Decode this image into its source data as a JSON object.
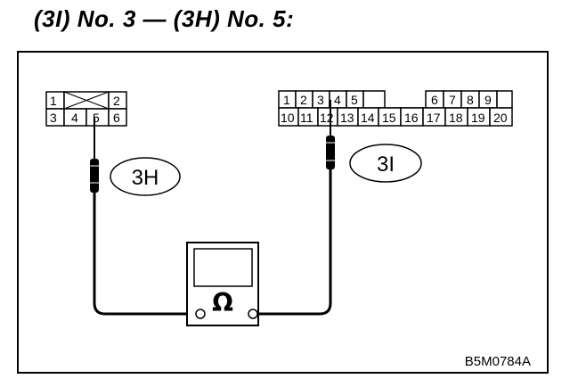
{
  "title": "(3I) No. 3 — (3H) No. 5:",
  "connector_3h": {
    "label": "3H",
    "pins_top": [
      "1",
      "2"
    ],
    "pins_bottom": [
      "3",
      "4",
      "5",
      "6"
    ]
  },
  "connector_3i": {
    "label": "3I",
    "pins_top": [
      "1",
      "2",
      "3",
      "4",
      "5",
      "6",
      "7",
      "8",
      "9"
    ],
    "pins_bottom": [
      "10",
      "11",
      "12",
      "13",
      "14",
      "15",
      "16",
      "17",
      "18",
      "19",
      "20"
    ]
  },
  "meter": {
    "symbol": "Ω"
  },
  "figure_code": "B5M0784A"
}
